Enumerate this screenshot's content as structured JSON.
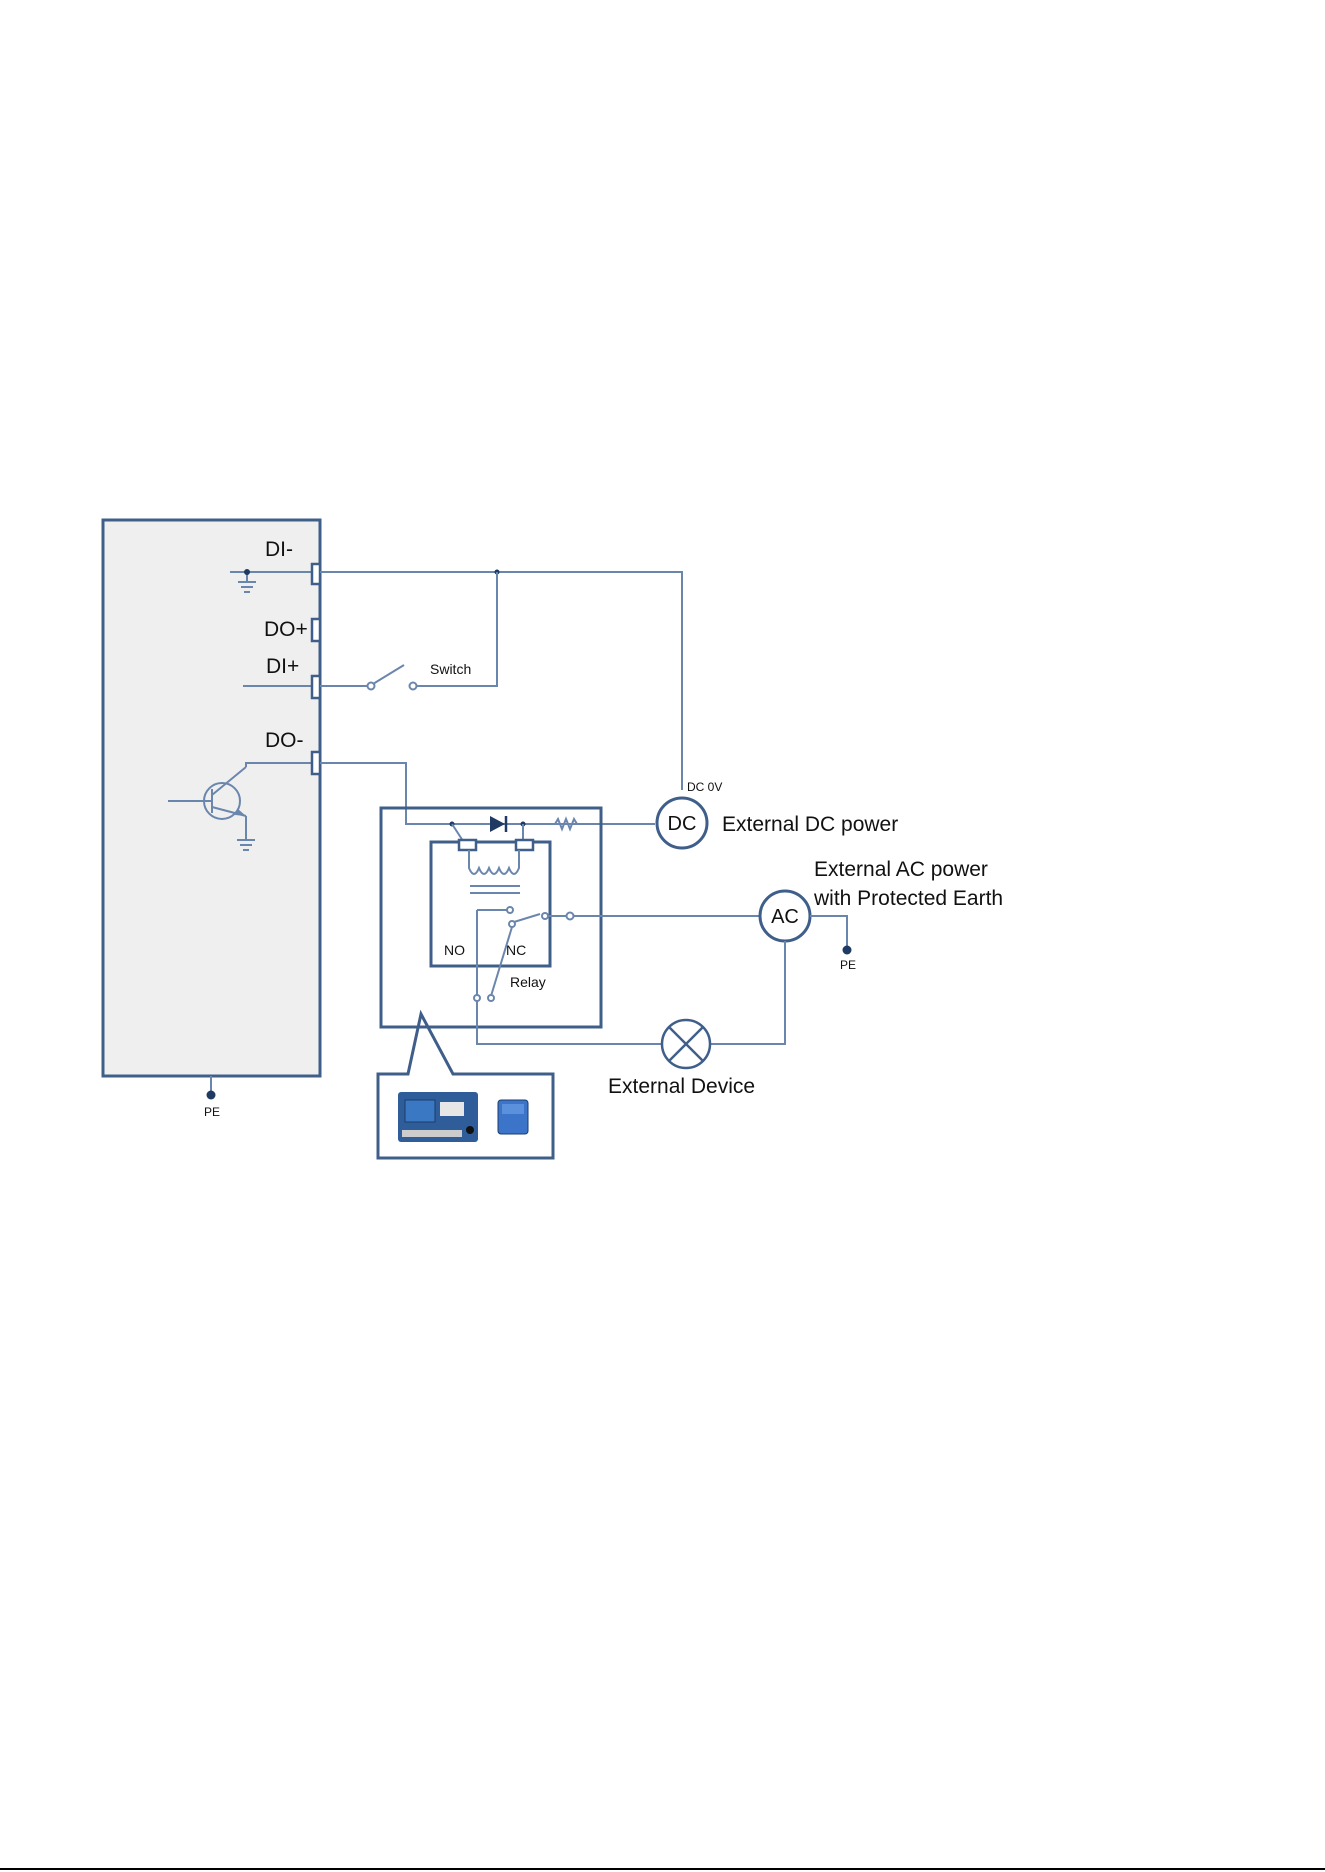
{
  "terminals": {
    "di_minus": "DI-",
    "do_plus": "DO+",
    "di_plus": "DI+",
    "do_minus": "DO-"
  },
  "labels": {
    "switch": "Switch",
    "dc_0v": "DC 0V",
    "dc": "DC",
    "external_dc_power": "External DC power",
    "ac": "AC",
    "external_ac_line1": "External AC power",
    "external_ac_line2": "with Protected Earth",
    "pe": "PE",
    "no": "NO",
    "nc": "NC",
    "relay": "Relay",
    "external_device": "External Device"
  },
  "colors": {
    "wire": "#6b86ad",
    "frame": "#3f5f8a",
    "panel_fill": "#efefef",
    "relay_board": "#2f5d9a"
  }
}
